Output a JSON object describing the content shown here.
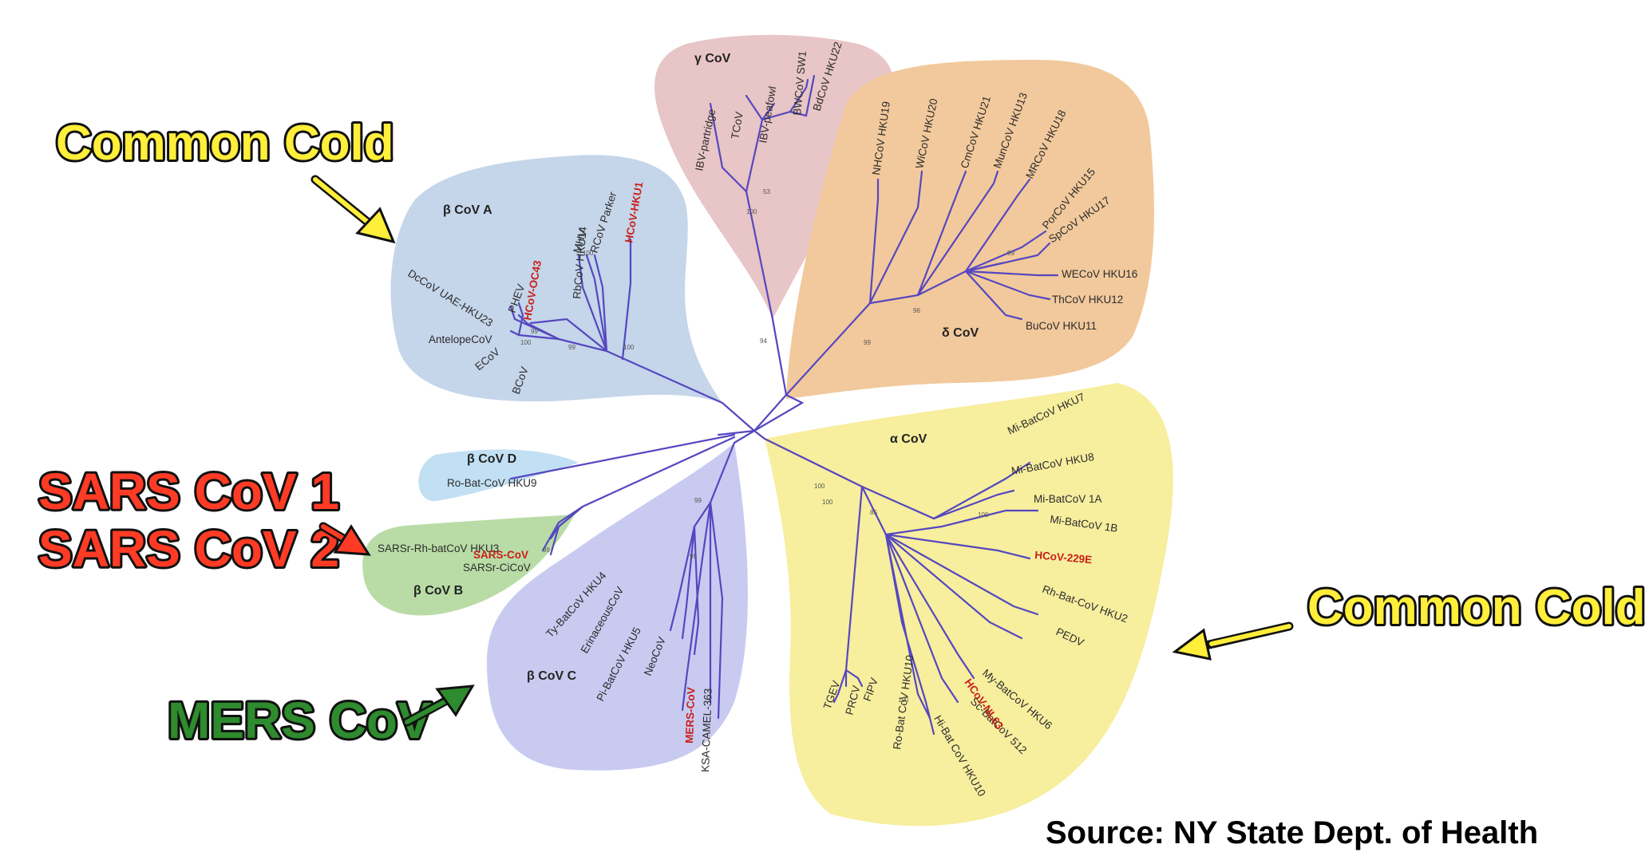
{
  "source": "Source: NY State Dept. of Health",
  "annotations": {
    "common_cold_left": "Common Cold",
    "sars_1": "SARS CoV 1",
    "sars_2": "SARS CoV 2",
    "mers": "MERS CoV",
    "common_cold_right": "Common Cold"
  },
  "clades": {
    "gamma": "γ CoV",
    "delta": "δ CoV",
    "beta_a": "β CoV A",
    "beta_d": "β CoV D",
    "beta_b": "β CoV B",
    "beta_c": "β CoV C",
    "alpha": "α CoV"
  },
  "clade_colors": {
    "gamma": "#e8c5c6",
    "delta": "#f2c99c",
    "beta_a": "#c5d5ea",
    "beta_d": "#c2e0f3",
    "beta_b": "#b9dca6",
    "beta_c": "#c9caf0",
    "alpha": "#f7ee9e"
  },
  "highlight_color": "#c8201a",
  "branch_color": "#5547c0",
  "leaves": {
    "gamma": [
      "IBV-partridge",
      "TCoV",
      "IBV-peafowl",
      "BWCoV SW1",
      "BdCoV HKU22"
    ],
    "delta": [
      "NHCoV HKU19",
      "WiCoV HKU20",
      "CmCoV HKU21",
      "MunCoV HKU13",
      "MRCoV HKU18",
      "PorCoV HKU15",
      "SpCoV HKU17",
      "WECoV HKU16",
      "ThCoV HKU12",
      "BuCoV HKU11"
    ],
    "beta_a": [
      "DcCoV UAE-HKU23",
      "AntelopeCoV",
      "ECoV",
      "BCoV",
      "PHEV",
      "HCoV-OC43",
      "RbCoV HKU14",
      "MHV",
      "RCoV Parker",
      "HCoV-HKU1"
    ],
    "beta_d": [
      "Ro-Bat-CoV HKU9"
    ],
    "beta_b": [
      "SARSr-Rh-batCoV HKU3",
      "SARS-CoV",
      "SARSr-CiCoV"
    ],
    "beta_c": [
      "Ty-BatCoV HKU4",
      "ErinaceousCoV",
      "Pi-BatCoV HKU5",
      "NeoCoV",
      "MERS-CoV",
      "KSA-CAMEL-363"
    ],
    "alpha": [
      "Mi-BatCoV HKU7",
      "Mi-BatCoV HKU8",
      "Mi-BatCoV 1A",
      "Mi-BatCoV 1B",
      "HCoV-229E",
      "Rh-Bat-CoV HKU2",
      "PEDV",
      "My-BatCoV HKU6",
      "Sc-BatCoV 512",
      "HCoV-NL63",
      "Hi-Bat CoV HKU10",
      "Ro-Bat CoV HKU10",
      "TGEV",
      "PRCV",
      "FIPV"
    ]
  },
  "highlighted": [
    "HCoV-OC43",
    "HCoV-HKU1",
    "SARS-CoV",
    "MERS-CoV",
    "HCoV-229E",
    "HCoV-NL63"
  ],
  "bootstrap": {
    "gamma": [
      "100",
      "53"
    ],
    "delta": [
      "99",
      "96",
      "99"
    ],
    "beta_a": [
      "99",
      "100",
      "100",
      "100",
      "99"
    ],
    "beta_b": [
      "99"
    ],
    "beta_c": [
      "99",
      "99"
    ],
    "alpha": [
      "100",
      "85",
      "100",
      "100",
      "100"
    ],
    "root": [
      "94"
    ]
  }
}
